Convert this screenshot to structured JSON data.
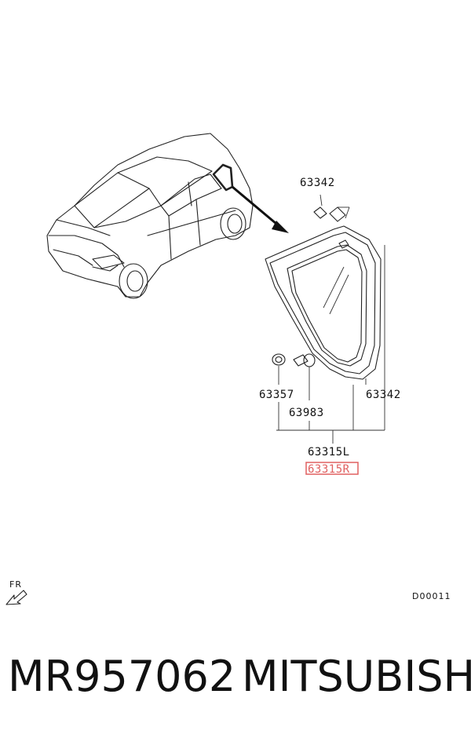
{
  "labels": {
    "clip_top": "63342",
    "molding": "63342",
    "nut": "63357",
    "fastener": "63983",
    "glass_left": "63315L",
    "glass_right": "63315R"
  },
  "direction": {
    "label": "FR",
    "icon": "arrow-front-icon"
  },
  "diagram_code": "D00011",
  "footer": {
    "part_number": "MR957062",
    "brand": "MITSUBISHI"
  },
  "colors": {
    "highlight": "#e06060",
    "line": "#222222"
  }
}
